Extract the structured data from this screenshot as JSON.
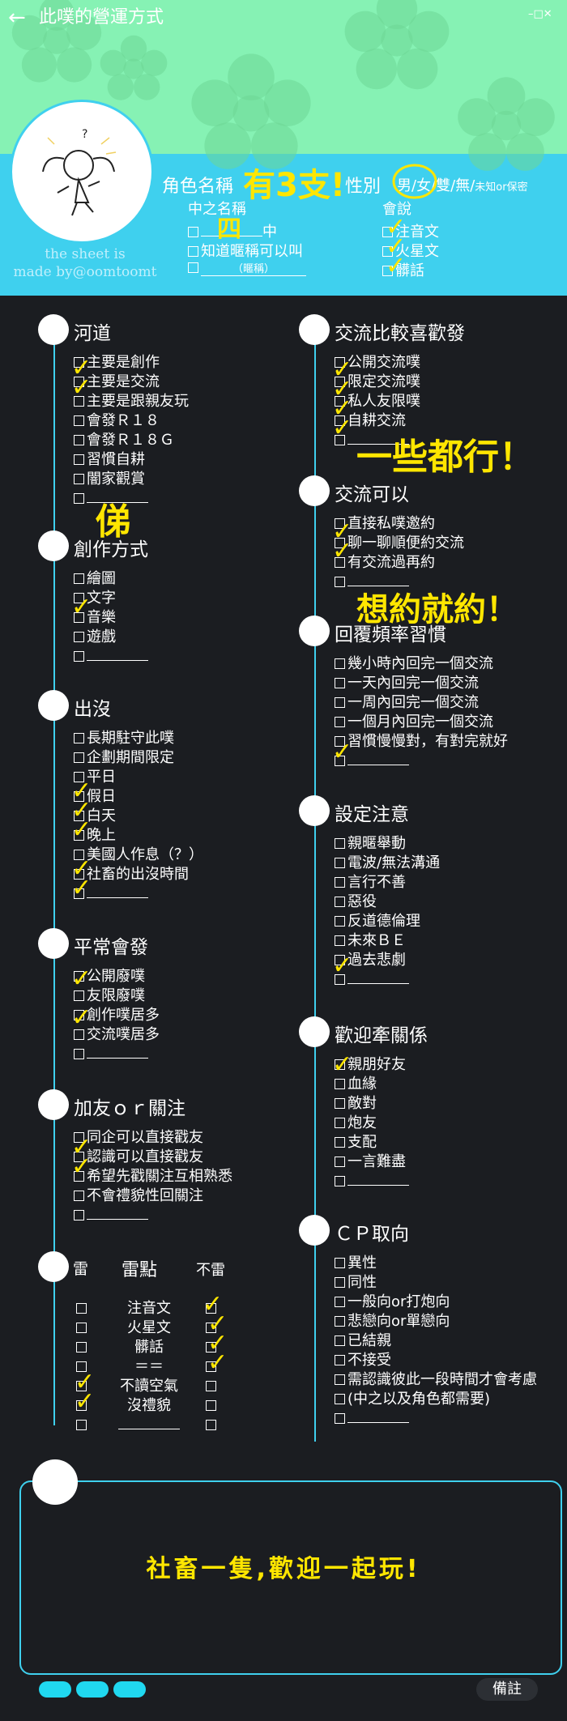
{
  "window": {
    "title": "此噗的營運方式",
    "controls": "–□✕"
  },
  "header": {
    "credit_line1": "the sheet is",
    "credit_line2": "made by@oomtoomt",
    "role_name_label": "角色名稱",
    "role_name_value": "有3支!",
    "gender_label": "性別",
    "gender_options": "男/女/雙/無/",
    "gender_options_small": "未知or保密",
    "middle_name_label": "中之名稱",
    "middle_name_suffix": "中",
    "middle_name_value": "四",
    "middle_name_opt2": "知道暱稱可以叫",
    "middle_name_opt3_hint": "（暱稱）",
    "speaks_label": "會說",
    "speaks_options": [
      "注音文",
      "火星文",
      "髒話"
    ]
  },
  "left_sections": [
    {
      "title": "河道",
      "items": [
        "主要是創作",
        "主要是交流",
        "主要是跟親友玩",
        "會發Ｒ１８",
        "會發Ｒ１８Ｇ",
        "習慣自耕",
        "闇家觀賞",
        ""
      ],
      "note": "俤"
    },
    {
      "title": "創作方式",
      "items": [
        "繪圖",
        "文字",
        "音樂",
        "遊戲",
        ""
      ]
    },
    {
      "title": "出沒",
      "items": [
        "長期駐守此噗",
        "企劃期間限定",
        "平日",
        "假日",
        "白天",
        "晚上",
        "美國人作息（？）",
        "社畜的出沒時間",
        ""
      ]
    },
    {
      "title": "平常會發",
      "items": [
        "公開廢噗",
        "友限廢噗",
        "創作噗居多",
        "交流噗居多",
        ""
      ]
    },
    {
      "title": "加友ｏｒ關注",
      "items": [
        "同企可以直接戳友",
        "認識可以直接戳友",
        "希望先戳關注互相熟悉",
        "不會禮貌性回關注",
        ""
      ]
    }
  ],
  "thunder": {
    "title_left": "雷",
    "title_mid": "雷點",
    "title_right": "不雷",
    "rows": [
      "注音文",
      "火星文",
      "髒話",
      "＝＝",
      "不讀空氣",
      "沒禮貌",
      ""
    ]
  },
  "right_sections": [
    {
      "title": "交流比較喜歡發",
      "items": [
        "公開交流噗",
        "限定交流噗",
        "私人友限噗",
        "自耕交流",
        ""
      ],
      "note": "一些都行！"
    },
    {
      "title": "交流可以",
      "items": [
        "直接私噗邀約",
        "聊一聊順便約交流",
        "有交流過再約",
        ""
      ],
      "note": "想約就約！"
    },
    {
      "title": "回覆頻率習慣",
      "items": [
        "幾小時內回完一個交流",
        "一天內回完一個交流",
        "一周內回完一個交流",
        "一個月內回完一個交流",
        "習慣慢慢對，有對完就好",
        ""
      ]
    },
    {
      "title": "設定注意",
      "items": [
        "親暱舉動",
        "電波/無法溝通",
        "言行不善",
        "惡役",
        "反道德倫理",
        "未來ＢＥ",
        "過去悲劇",
        ""
      ]
    },
    {
      "title": "歡迎牽關係",
      "items": [
        "親朋好友",
        "血緣",
        "敵對",
        "炮友",
        "支配",
        "一言難盡",
        ""
      ]
    },
    {
      "title": "ＣＰ取向",
      "items": [
        "異性",
        "同性",
        "一般向or打炮向",
        "悲戀向or單戀向",
        "已結親",
        "不接受",
        "需認識彼此一段時間才會考慮",
        "(中之以及角色都需要)",
        ""
      ]
    }
  ],
  "remarks": {
    "text": "社畜一隻,歡迎一起玩!",
    "button": "備註"
  },
  "colors": {
    "accent": "#3fd0ee",
    "green": "#86f2b4",
    "background": "#1b1d21",
    "handwriting": "#ffe600"
  }
}
